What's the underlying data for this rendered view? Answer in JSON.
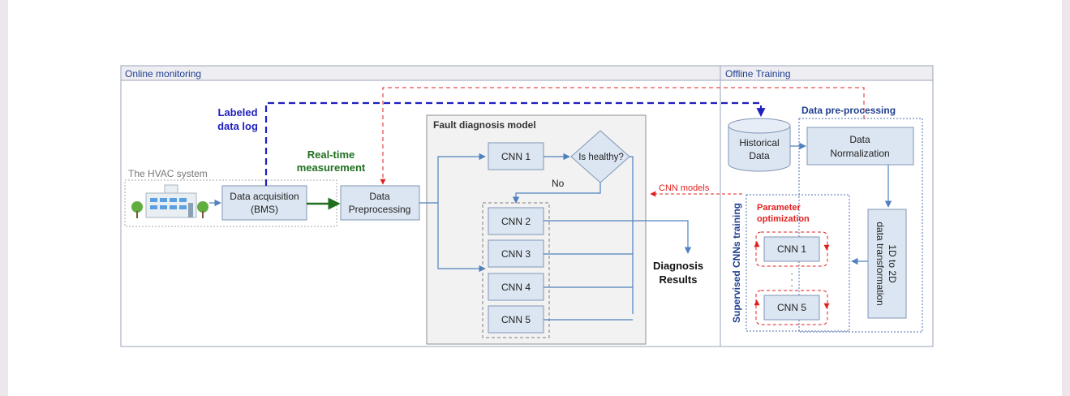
{
  "panels": {
    "online": "Online monitoring",
    "offline": "Offline Training"
  },
  "labels": {
    "labeled_data_log_1": "Labeled",
    "labeled_data_log_2": "data log",
    "realtime_1": "Real-time",
    "realtime_2": "measurement",
    "hvac_system": "The HVAC system",
    "fault_model": "Fault diagnosis model",
    "no": "No",
    "cnn_models": "CNN models",
    "data_preprocessing_group": "Data pre-processing",
    "supervised_training": "Supervised CNNs training",
    "param_opt_1": "Parameter",
    "param_opt_2": "optimization",
    "diagnosis_1": "Diagnosis",
    "diagnosis_2": "Results",
    "dots": "·  ·  ·"
  },
  "boxes": {
    "data_acq_1": "Data acquisition",
    "data_acq_2": "(BMS)",
    "data_prep_1": "Data",
    "data_prep_2": "Preprocessing",
    "cnn1": "CNN 1",
    "is_healthy": "Is healthy?",
    "cnn2": "CNN 2",
    "cnn3": "CNN 3",
    "cnn4": "CNN 4",
    "cnn5": "CNN 5",
    "historical_1": "Historical",
    "historical_2": "Data",
    "normalization_1": "Data",
    "normalization_2": "Normalization",
    "transform_1": "1D to 2D",
    "transform_2": "data transformation",
    "train_cnn1": "CNN 1",
    "train_cnn5": "CNN 5"
  },
  "colors": {
    "box_fill": "#dce6f2",
    "box_stroke": "#7f95b5",
    "arrow_blue": "#4f81bd",
    "dark_blue": "#1f1fbf",
    "red": "#e02020",
    "green": "#1f6f1f",
    "header_fill": "#eeeef2"
  }
}
